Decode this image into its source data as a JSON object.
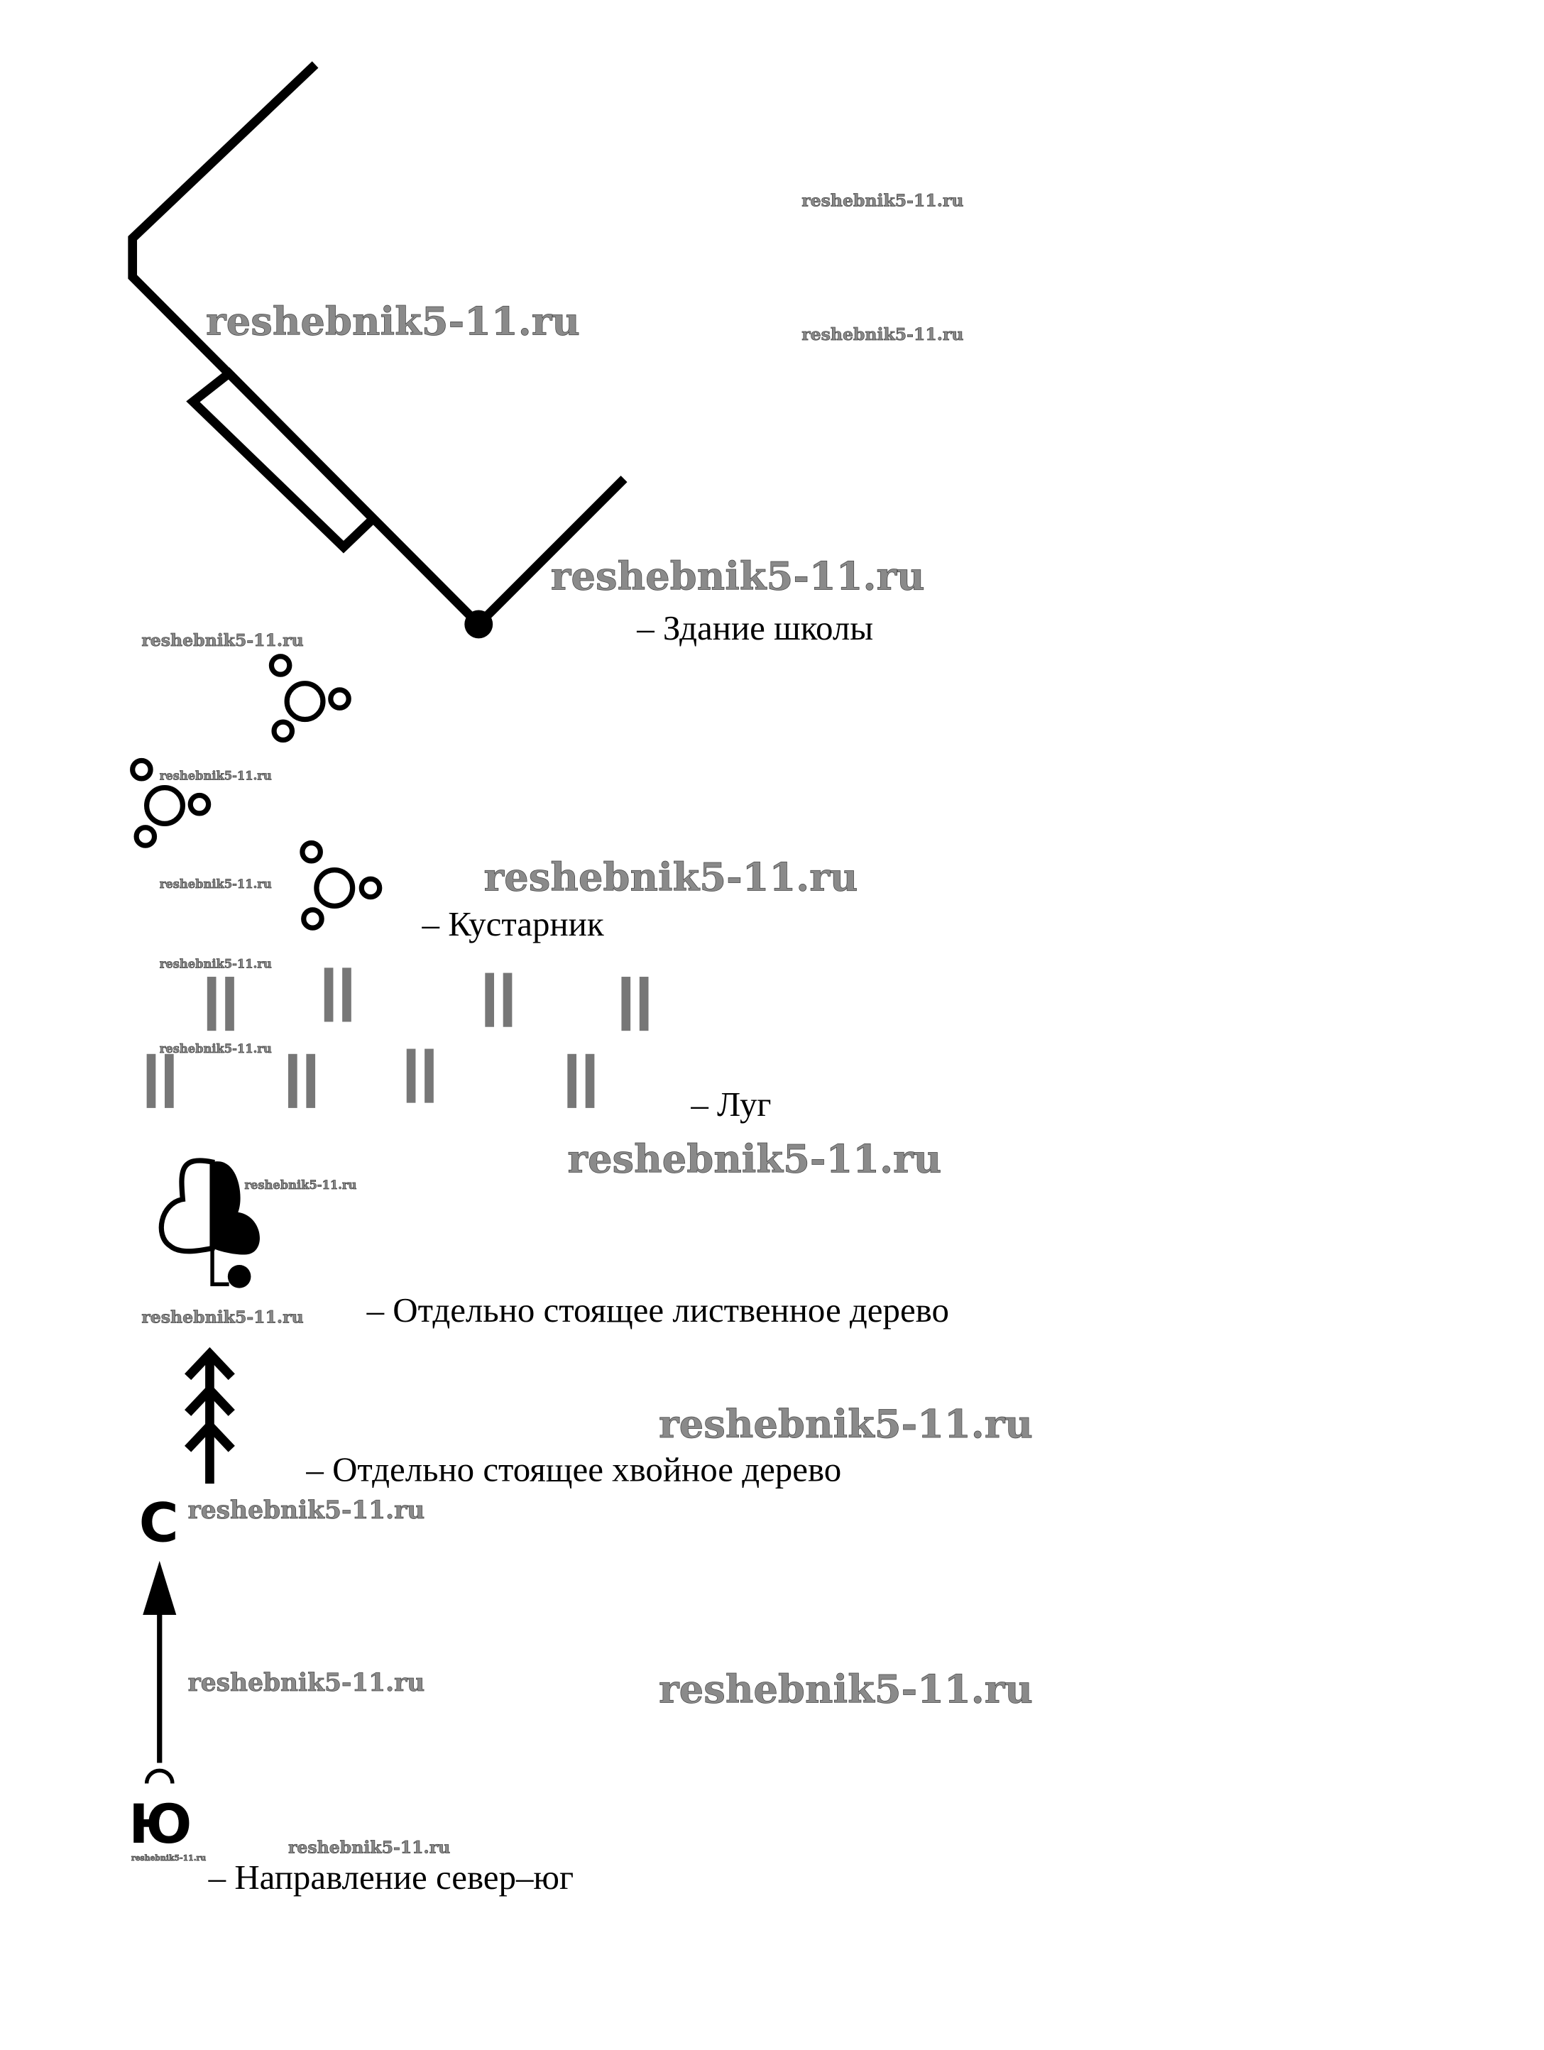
{
  "legend": {
    "school": "– Здание школы",
    "shrub": "– Кустарник",
    "meadow": "– Луг",
    "deciduous_tree": "– Отдельно стоящее лиственное дерево",
    "conifer_tree": "– Отдельно стоящее хвойное дерево",
    "north_south": "– Направление север–юг"
  },
  "compass": {
    "north": "С",
    "south": "Ю"
  },
  "watermark": "reshebnik5-11.ru",
  "colors": {
    "ink": "#000000",
    "meadow": "#777777",
    "watermark": "#8a8a8a"
  }
}
